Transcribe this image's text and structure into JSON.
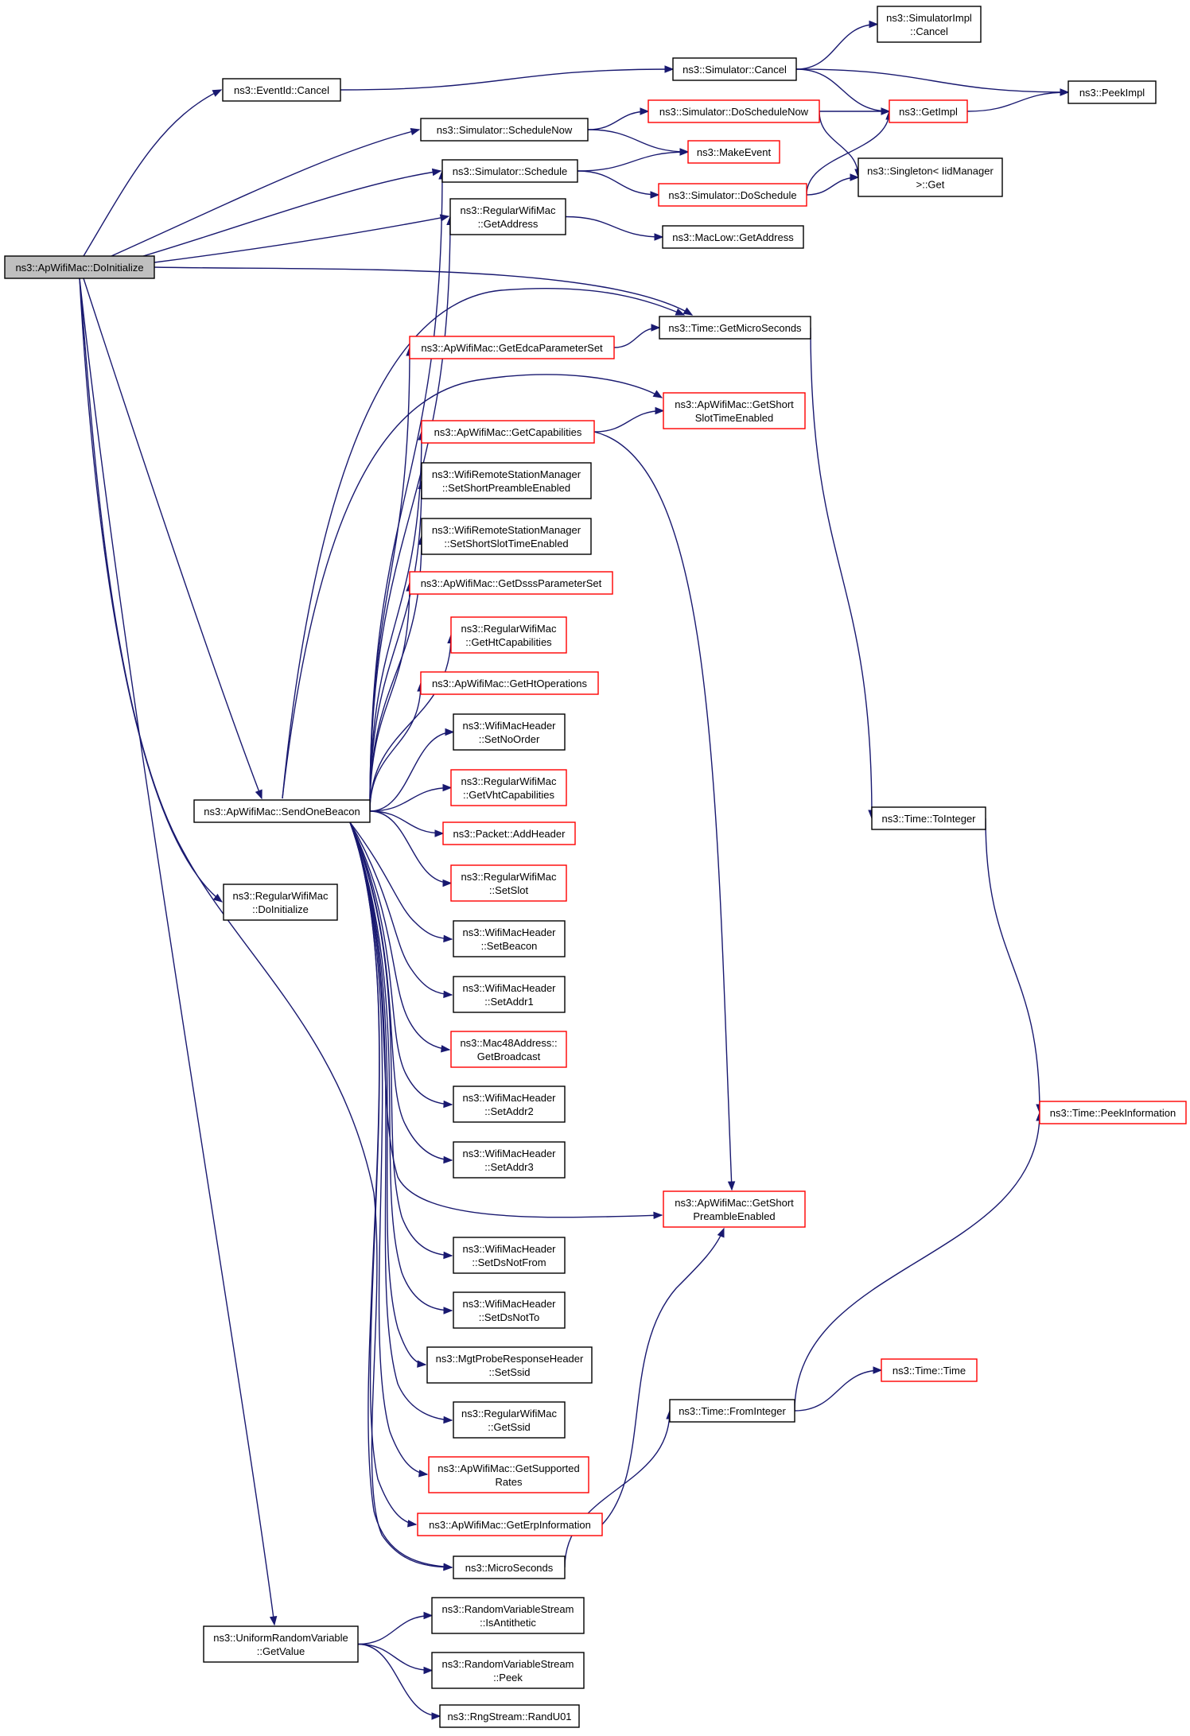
{
  "nodes": [
    {
      "id": "root",
      "lines": [
        "ns3::ApWifiMac::DoInitialize"
      ],
      "style": "root"
    },
    {
      "id": "eventid_cancel",
      "lines": [
        "ns3::EventId::Cancel"
      ],
      "style": "black"
    },
    {
      "id": "sim_cancel",
      "lines": [
        "ns3::Simulator::Cancel"
      ],
      "style": "black"
    },
    {
      "id": "simimpl_cancel",
      "lines": [
        "ns3::SimulatorImpl",
        "::Cancel"
      ],
      "style": "black"
    },
    {
      "id": "peekimpl",
      "lines": [
        "ns3::PeekImpl"
      ],
      "style": "black"
    },
    {
      "id": "getimpl",
      "lines": [
        "ns3::GetImpl"
      ],
      "style": "red"
    },
    {
      "id": "sim_schedulenow",
      "lines": [
        "ns3::Simulator::ScheduleNow"
      ],
      "style": "black"
    },
    {
      "id": "sim_doschedulenow",
      "lines": [
        "ns3::Simulator::DoScheduleNow"
      ],
      "style": "red"
    },
    {
      "id": "makeevent",
      "lines": [
        "ns3::MakeEvent"
      ],
      "style": "red"
    },
    {
      "id": "sim_schedule",
      "lines": [
        "ns3::Simulator::Schedule"
      ],
      "style": "black"
    },
    {
      "id": "sim_doschedule",
      "lines": [
        "ns3::Simulator::DoSchedule"
      ],
      "style": "red"
    },
    {
      "id": "singleton_get",
      "lines": [
        "ns3::Singleton< IidManager",
        ">::Get"
      ],
      "style": "black"
    },
    {
      "id": "rwm_getaddress",
      "lines": [
        "ns3::RegularWifiMac",
        "::GetAddress"
      ],
      "style": "black"
    },
    {
      "id": "maclow_getaddress",
      "lines": [
        "ns3::MacLow::GetAddress"
      ],
      "style": "black"
    },
    {
      "id": "time_getmicro",
      "lines": [
        "ns3::Time::GetMicroSeconds"
      ],
      "style": "black"
    },
    {
      "id": "edca",
      "lines": [
        "ns3::ApWifiMac::GetEdcaParameterSet"
      ],
      "style": "red"
    },
    {
      "id": "shortslot",
      "lines": [
        "ns3::ApWifiMac::GetShort",
        "SlotTimeEnabled"
      ],
      "style": "red"
    },
    {
      "id": "getcaps",
      "lines": [
        "ns3::ApWifiMac::GetCapabilities"
      ],
      "style": "red"
    },
    {
      "id": "wrsm_preamble",
      "lines": [
        "ns3::WifiRemoteStationManager",
        "::SetShortPreambleEnabled"
      ],
      "style": "black"
    },
    {
      "id": "wrsm_slot",
      "lines": [
        "ns3::WifiRemoteStationManager",
        "::SetShortSlotTimeEnabled"
      ],
      "style": "black"
    },
    {
      "id": "dsss",
      "lines": [
        "ns3::ApWifiMac::GetDsssParameterSet"
      ],
      "style": "red"
    },
    {
      "id": "htcaps",
      "lines": [
        "ns3::RegularWifiMac",
        "::GetHtCapabilities"
      ],
      "style": "red"
    },
    {
      "id": "htops",
      "lines": [
        "ns3::ApWifiMac::GetHtOperations"
      ],
      "style": "red"
    },
    {
      "id": "setnoorder",
      "lines": [
        "ns3::WifiMacHeader",
        "::SetNoOrder"
      ],
      "style": "black"
    },
    {
      "id": "vhtcaps",
      "lines": [
        "ns3::RegularWifiMac",
        "::GetVhtCapabilities"
      ],
      "style": "red"
    },
    {
      "id": "sendonebeacon",
      "lines": [
        "ns3::ApWifiMac::SendOneBeacon"
      ],
      "style": "black"
    },
    {
      "id": "addheader",
      "lines": [
        "ns3::Packet::AddHeader"
      ],
      "style": "red"
    },
    {
      "id": "setslot",
      "lines": [
        "ns3::RegularWifiMac",
        "::SetSlot"
      ],
      "style": "red"
    },
    {
      "id": "setbeacon",
      "lines": [
        "ns3::WifiMacHeader",
        "::SetBeacon"
      ],
      "style": "black"
    },
    {
      "id": "setaddr1",
      "lines": [
        "ns3::WifiMacHeader",
        "::SetAddr1"
      ],
      "style": "black"
    },
    {
      "id": "getbroadcast",
      "lines": [
        "ns3::Mac48Address::",
        "GetBroadcast"
      ],
      "style": "red"
    },
    {
      "id": "setaddr2",
      "lines": [
        "ns3::WifiMacHeader",
        "::SetAddr2"
      ],
      "style": "black"
    },
    {
      "id": "setaddr3",
      "lines": [
        "ns3::WifiMacHeader",
        "::SetAddr3"
      ],
      "style": "black"
    },
    {
      "id": "shortpreamble",
      "lines": [
        "ns3::ApWifiMac::GetShort",
        "PreambleEnabled"
      ],
      "style": "red"
    },
    {
      "id": "setdsnotfrom",
      "lines": [
        "ns3::WifiMacHeader",
        "::SetDsNotFrom"
      ],
      "style": "black"
    },
    {
      "id": "setdsnotto",
      "lines": [
        "ns3::WifiMacHeader",
        "::SetDsNotTo"
      ],
      "style": "black"
    },
    {
      "id": "mgp_setssid",
      "lines": [
        "ns3::MgtProbeResponseHeader",
        "::SetSsid"
      ],
      "style": "black"
    },
    {
      "id": "rwm_getssid",
      "lines": [
        "ns3::RegularWifiMac",
        "::GetSsid"
      ],
      "style": "black"
    },
    {
      "id": "suprates",
      "lines": [
        "ns3::ApWifiMac::GetSupported",
        "Rates"
      ],
      "style": "red"
    },
    {
      "id": "erpinfo",
      "lines": [
        "ns3::ApWifiMac::GetErpInformation"
      ],
      "style": "red"
    },
    {
      "id": "microseconds",
      "lines": [
        "ns3::MicroSeconds"
      ],
      "style": "black"
    },
    {
      "id": "rwm_doinit",
      "lines": [
        "ns3::RegularWifiMac",
        "::DoInitialize"
      ],
      "style": "black"
    },
    {
      "id": "urv_getvalue",
      "lines": [
        "ns3::UniformRandomVariable",
        "::GetValue"
      ],
      "style": "black"
    },
    {
      "id": "rvs_isantithetic",
      "lines": [
        "ns3::RandomVariableStream",
        "::IsAntithetic"
      ],
      "style": "black"
    },
    {
      "id": "rvs_peek",
      "lines": [
        "ns3::RandomVariableStream",
        "::Peek"
      ],
      "style": "black"
    },
    {
      "id": "rngstream",
      "lines": [
        "ns3::RngStream::RandU01"
      ],
      "style": "black"
    },
    {
      "id": "time_tointeger",
      "lines": [
        "ns3::Time::ToInteger"
      ],
      "style": "black"
    },
    {
      "id": "time_peekinfo",
      "lines": [
        "ns3::Time::PeekInformation"
      ],
      "style": "red"
    },
    {
      "id": "time_time",
      "lines": [
        "ns3::Time::Time"
      ],
      "style": "red"
    },
    {
      "id": "time_frominteger",
      "lines": [
        "ns3::Time::FromInteger"
      ],
      "style": "black"
    }
  ],
  "edges": [
    [
      "root",
      "eventid_cancel"
    ],
    [
      "root",
      "sim_schedulenow"
    ],
    [
      "root",
      "sim_schedule"
    ],
    [
      "root",
      "rwm_getaddress"
    ],
    [
      "root",
      "time_getmicro"
    ],
    [
      "root",
      "sendonebeacon"
    ],
    [
      "root",
      "rwm_doinit"
    ],
    [
      "root",
      "urv_getvalue"
    ],
    [
      "root",
      "microseconds"
    ],
    [
      "eventid_cancel",
      "sim_cancel"
    ],
    [
      "sim_cancel",
      "simimpl_cancel"
    ],
    [
      "sim_cancel",
      "peekimpl"
    ],
    [
      "sim_cancel",
      "getimpl"
    ],
    [
      "getimpl",
      "peekimpl"
    ],
    [
      "sim_schedulenow",
      "sim_doschedulenow"
    ],
    [
      "sim_schedulenow",
      "makeevent"
    ],
    [
      "sim_doschedulenow",
      "getimpl"
    ],
    [
      "sim_doschedulenow",
      "singleton_get"
    ],
    [
      "sim_schedule",
      "makeevent"
    ],
    [
      "sim_schedule",
      "sim_doschedule"
    ],
    [
      "sim_doschedule",
      "getimpl"
    ],
    [
      "sim_doschedule",
      "singleton_get"
    ],
    [
      "rwm_getaddress",
      "maclow_getaddress"
    ],
    [
      "edca",
      "time_getmicro"
    ],
    [
      "getcaps",
      "shortslot"
    ],
    [
      "getcaps",
      "shortpreamble"
    ],
    [
      "time_getmicro",
      "time_tointeger"
    ],
    [
      "time_tointeger",
      "time_peekinfo"
    ],
    [
      "time_frominteger",
      "time_time"
    ],
    [
      "time_frominteger",
      "time_peekinfo"
    ],
    [
      "erpinfo",
      "shortpreamble"
    ],
    [
      "microseconds",
      "time_frominteger"
    ],
    [
      "urv_getvalue",
      "rvs_isantithetic"
    ],
    [
      "urv_getvalue",
      "rvs_peek"
    ],
    [
      "urv_getvalue",
      "rngstream"
    ],
    [
      "sendonebeacon",
      "sim_schedule"
    ],
    [
      "sendonebeacon",
      "rwm_getaddress"
    ],
    [
      "sendonebeacon",
      "time_getmicro"
    ],
    [
      "sendonebeacon",
      "edca"
    ],
    [
      "sendonebeacon",
      "shortslot"
    ],
    [
      "sendonebeacon",
      "getcaps"
    ],
    [
      "sendonebeacon",
      "wrsm_preamble"
    ],
    [
      "sendonebeacon",
      "wrsm_slot"
    ],
    [
      "sendonebeacon",
      "dsss"
    ],
    [
      "sendonebeacon",
      "htcaps"
    ],
    [
      "sendonebeacon",
      "htops"
    ],
    [
      "sendonebeacon",
      "setnoorder"
    ],
    [
      "sendonebeacon",
      "vhtcaps"
    ],
    [
      "sendonebeacon",
      "addheader"
    ],
    [
      "sendonebeacon",
      "setslot"
    ],
    [
      "sendonebeacon",
      "setbeacon"
    ],
    [
      "sendonebeacon",
      "setaddr1"
    ],
    [
      "sendonebeacon",
      "getbroadcast"
    ],
    [
      "sendonebeacon",
      "setaddr2"
    ],
    [
      "sendonebeacon",
      "setaddr3"
    ],
    [
      "sendonebeacon",
      "shortpreamble"
    ],
    [
      "sendonebeacon",
      "setdsnotfrom"
    ],
    [
      "sendonebeacon",
      "setdsnotto"
    ],
    [
      "sendonebeacon",
      "mgp_setssid"
    ],
    [
      "sendonebeacon",
      "rwm_getssid"
    ],
    [
      "sendonebeacon",
      "suprates"
    ],
    [
      "sendonebeacon",
      "erpinfo"
    ],
    [
      "sendonebeacon",
      "microseconds"
    ]
  ],
  "colors": {
    "edge": "#191970",
    "red_border": "#ff0000",
    "root_fill": "#bfbfbf"
  }
}
